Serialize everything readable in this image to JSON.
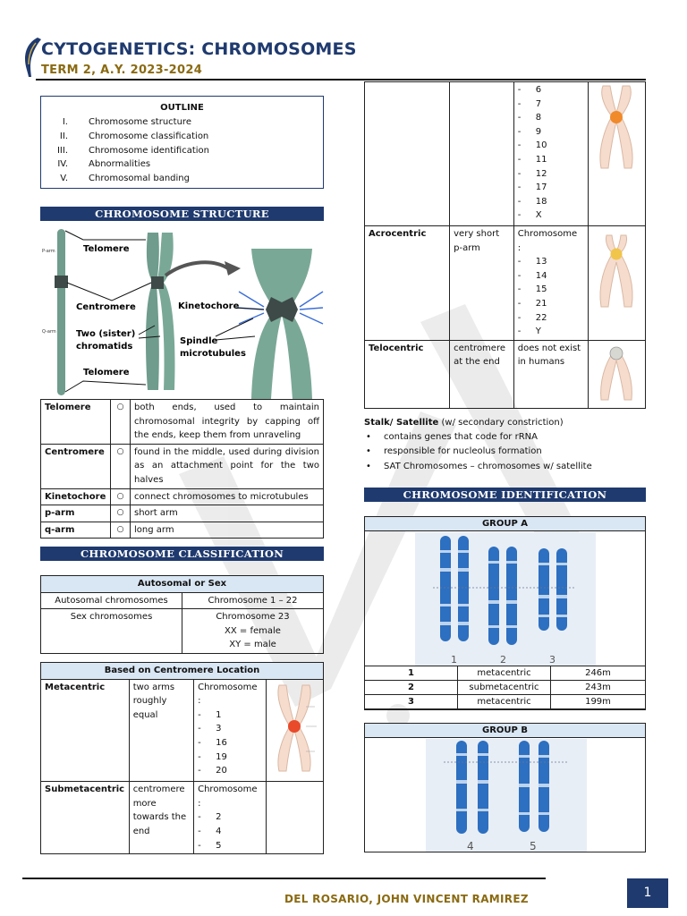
{
  "header": {
    "title": "CYTOGENETICS: CHROMOSOMES",
    "term": "TERM 2, A.Y. 2023-2024"
  },
  "outline": {
    "heading": "OUTLINE",
    "items": [
      {
        "num": "I.",
        "label": "Chromosome structure"
      },
      {
        "num": "II.",
        "label": "Chromosome classification"
      },
      {
        "num": "III.",
        "label": "Chromosome identification"
      },
      {
        "num": "IV.",
        "label": "Abnormalities"
      },
      {
        "num": "V.",
        "label": "Chromosomal banding"
      }
    ]
  },
  "sections": {
    "structure": "CHROMOSOME STRUCTURE",
    "classification": "CHROMOSOME CLASSIFICATION",
    "identification": "CHROMOSOME IDENTIFICATION"
  },
  "figure": {
    "p_arm": "P-arm",
    "q_arm": "Q-arm",
    "telomere_top": "Telomere",
    "centromere": "Centromere",
    "sister_1": "Two (sister)",
    "sister_2": "chromatids",
    "telomere_bottom": "Telomere",
    "kinetochore": "Kinetochore",
    "spindle_1": "Spindle",
    "spindle_2": "microtubules"
  },
  "structure_table": [
    {
      "term": "Telomere",
      "bullet": "○",
      "def": "both ends, used to maintain chromosomal integrity by capping off the ends, keep them from unraveling"
    },
    {
      "term": "Centromere",
      "bullet": "○",
      "def": "found in the middle, used during division as an attachment point for the two halves"
    },
    {
      "term": "Kinetochore",
      "bullet": "○",
      "def": "connect chromosomes to microtubules"
    },
    {
      "term": "p-arm",
      "bullet": "○",
      "def": "short arm"
    },
    {
      "term": "q-arm",
      "bullet": "○",
      "def": "long arm"
    }
  ],
  "autosomal_table": {
    "heading": "Autosomal or Sex",
    "rows": [
      {
        "type": "Autosomal chromosomes",
        "value": [
          "Chromosome 1 – 22"
        ]
      },
      {
        "type": "Sex chromosomes",
        "value": [
          "Chromosome 23",
          "XX = female",
          "XY = male"
        ]
      }
    ]
  },
  "centromere_table": {
    "heading": "Based on Centromere Location",
    "rows": [
      {
        "type": "Metacentric",
        "desc": "two arms roughly equal",
        "list_head": "Chromosome",
        "colon": ":",
        "items": [
          "1",
          "3",
          "16",
          "19",
          "20"
        ]
      },
      {
        "type": "Submetacentric",
        "desc": "centromere more towards the end",
        "list_head": "Chromosome",
        "colon": ":",
        "items": [
          "2",
          "4",
          "5"
        ]
      }
    ]
  },
  "right_table": {
    "continued_items": [
      "6",
      "7",
      "8",
      "9",
      "10",
      "11",
      "12",
      "17",
      "18",
      "X"
    ],
    "rows": [
      {
        "type": "Acrocentric",
        "desc": "very short p-arm",
        "list_head": "Chromosome",
        "colon": ":",
        "items": [
          "13",
          "14",
          "15",
          "21",
          "22",
          "Y"
        ]
      },
      {
        "type": "Telocentric",
        "desc": "centromere at the end",
        "list_head": "does not exist in humans",
        "items": []
      }
    ]
  },
  "stalk": {
    "title": "Stalk/ Satellite",
    "title_suffix": " (w/ secondary constriction)",
    "bullets": [
      "contains genes that code for rRNA",
      "responsible for nucleolus formation",
      "SAT Chromosomes – chromosomes w/ satellite"
    ]
  },
  "group_a": {
    "heading": "GROUP A",
    "labels": [
      "1",
      "2",
      "3"
    ],
    "rows": [
      {
        "num": "1",
        "type": "metacentric",
        "size": "246m"
      },
      {
        "num": "2",
        "type": "submetacentric",
        "size": "243m"
      },
      {
        "num": "3",
        "type": "metacentric",
        "size": "199m"
      }
    ]
  },
  "group_b": {
    "heading": "GROUP B",
    "labels": [
      "4",
      "5"
    ]
  },
  "footer": {
    "author": "DEL ROSARIO, JOHN VINCENT RAMIREZ",
    "page": "1"
  },
  "colors": {
    "navy": "#1f3a6e",
    "gold": "#8a6a12",
    "table_header": "#d9e6f3",
    "chromosome_blue": "#2d6fc0",
    "chromatid_green": "#6f9c8c"
  }
}
